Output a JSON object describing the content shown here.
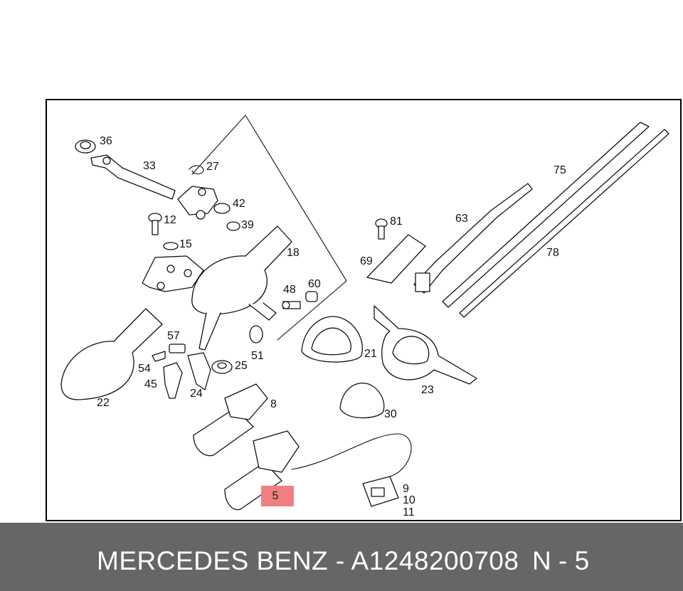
{
  "diagram": {
    "labels": [
      "36",
      "33",
      "27",
      "42",
      "12",
      "39",
      "15",
      "18",
      "48",
      "60",
      "57",
      "54",
      "45",
      "24",
      "25",
      "51",
      "22",
      "8",
      "81",
      "69",
      "63",
      "75",
      "78",
      "21",
      "23",
      "30",
      "9",
      "10",
      "11"
    ],
    "highlight_label": "5"
  },
  "footer": {
    "title": "MERCEDES BENZ - A1248200708",
    "ref": "N - 5"
  },
  "colors": {
    "highlight": "#f08080",
    "footer_bg": "#666666",
    "footer_text": "#ffffff"
  }
}
